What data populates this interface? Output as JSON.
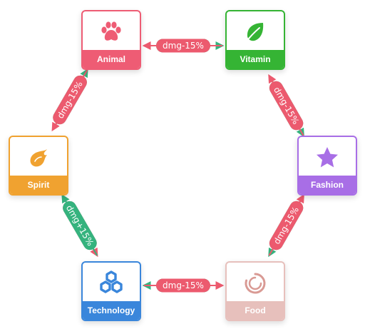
{
  "nodes": [
    {
      "id": "animal",
      "label": "Animal",
      "icon": "paw-icon",
      "color": "#ee5c74"
    },
    {
      "id": "vitamin",
      "label": "Vitamin",
      "icon": "leaf-icon",
      "color": "#35b434"
    },
    {
      "id": "fashion",
      "label": "Fashion",
      "icon": "star-icon",
      "color": "#a86ee6"
    },
    {
      "id": "food",
      "label": "Food",
      "icon": "ring-icon",
      "color": "#e7c0bc"
    },
    {
      "id": "technology",
      "label": "Technology",
      "icon": "hexagon-cluster-icon",
      "color": "#3a86db"
    },
    {
      "id": "spirit",
      "label": "Spirit",
      "icon": "flame-icon",
      "color": "#f0a230"
    }
  ],
  "relations": [
    {
      "from": "animal",
      "to": "vitamin",
      "label": "dmg+15%",
      "type": "buff"
    },
    {
      "from": "vitamin",
      "to": "animal",
      "label": "dmg-15%",
      "type": "debuff"
    },
    {
      "from": "vitamin",
      "to": "fashion",
      "label": "dmg+15%",
      "type": "buff"
    },
    {
      "from": "fashion",
      "to": "vitamin",
      "label": "dmg-15%",
      "type": "debuff"
    },
    {
      "from": "fashion",
      "to": "food",
      "label": "dmg+15%",
      "type": "buff"
    },
    {
      "from": "food",
      "to": "fashion",
      "label": "dmg-15%",
      "type": "debuff"
    },
    {
      "from": "food",
      "to": "technology",
      "label": "dmg+15%",
      "type": "buff"
    },
    {
      "from": "technology",
      "to": "food",
      "label": "dmg-15%",
      "type": "debuff"
    },
    {
      "from": "spirit",
      "to": "technology",
      "label": "dmg-15%",
      "type": "debuff"
    },
    {
      "from": "technology",
      "to": "spirit",
      "label": "dmg+15%",
      "type": "buff"
    },
    {
      "from": "spirit",
      "to": "animal",
      "label": "dmg+15%",
      "type": "buff"
    },
    {
      "from": "animal",
      "to": "spirit",
      "label": "dmg-15%",
      "type": "debuff"
    }
  ],
  "colors": {
    "buff": "#35b37e",
    "debuff": "#ec5a6e"
  }
}
